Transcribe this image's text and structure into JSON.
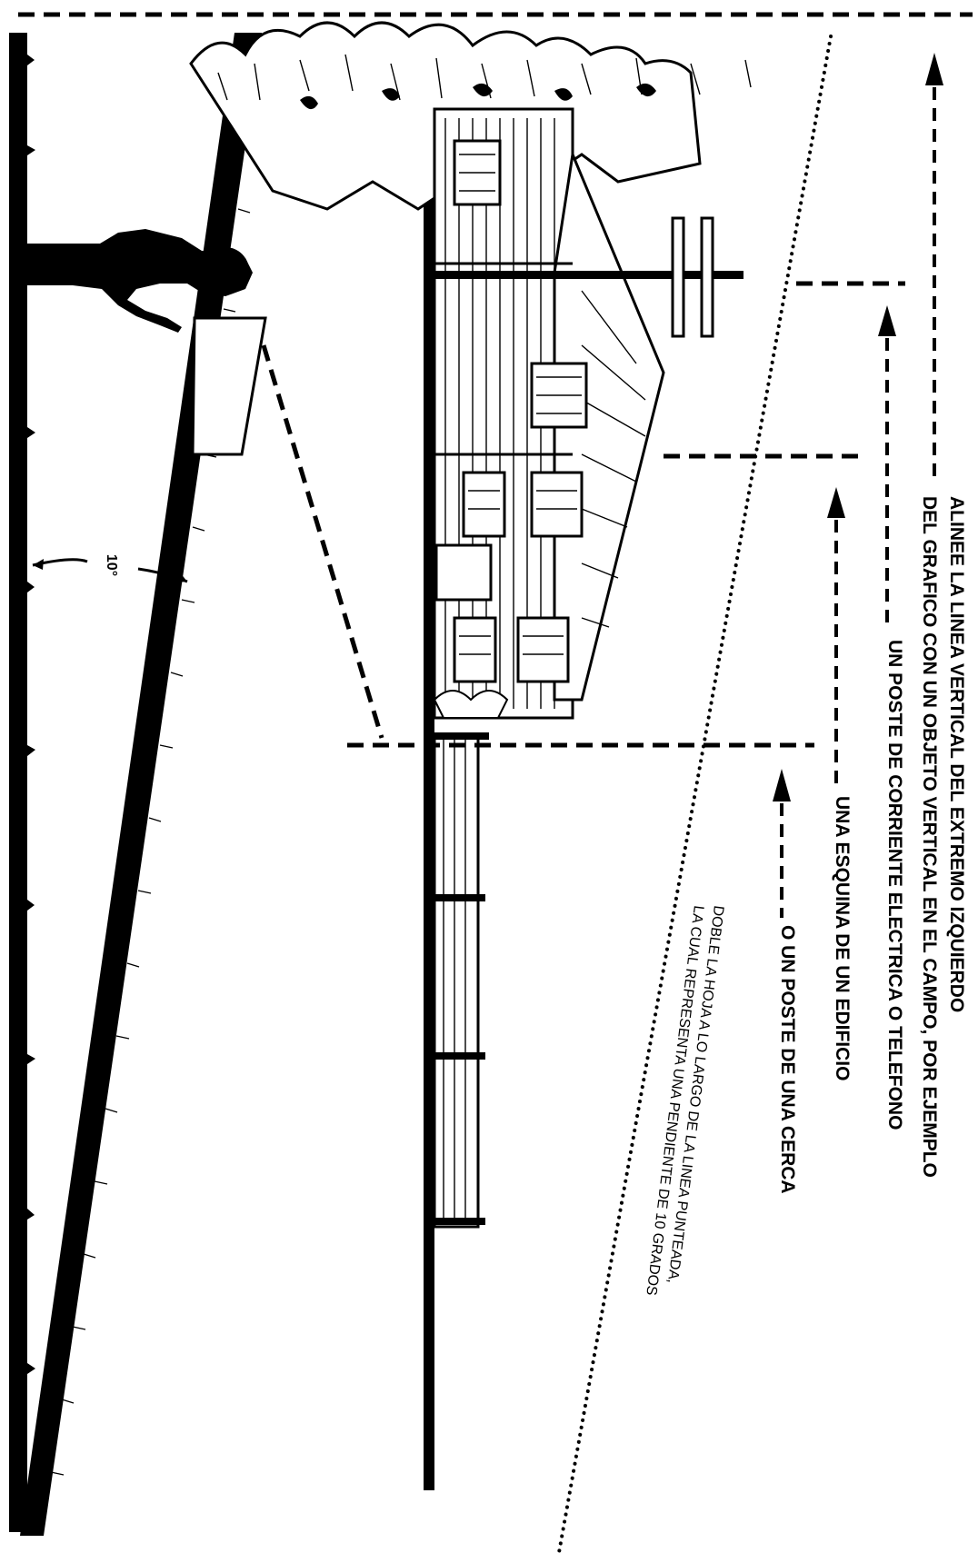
{
  "diagram": {
    "angle_label": "10°",
    "instructions": [
      "ALINEE LA LINEA VERTICAL DEL EXTREMO IZQUIERDO",
      "DEL GRAFICO CON UN OBJETO VERTICAL EN EL CAMPO, POR EJEMPLO",
      "UN POSTE DE CORRIENTE ELECTRICA O TELEFONO",
      "UNA ESQUINA DE UN EDIFICIO",
      "O UN POSTE DE UNA CERCA"
    ],
    "fold_note": [
      "DOBLE LA HOJA A LO LARGO DE LA LINEA PUNTEADA,",
      "LA CUAL REPRESENTA UNA PENDIENTE DE 10 GRADOS"
    ],
    "icons": [
      "person-silhouette-icon",
      "house-icon",
      "utility-pole-icon",
      "fence-icon",
      "tree-foliage-icon"
    ],
    "colors": {
      "ink": "#000000",
      "paper": "#ffffff"
    }
  }
}
